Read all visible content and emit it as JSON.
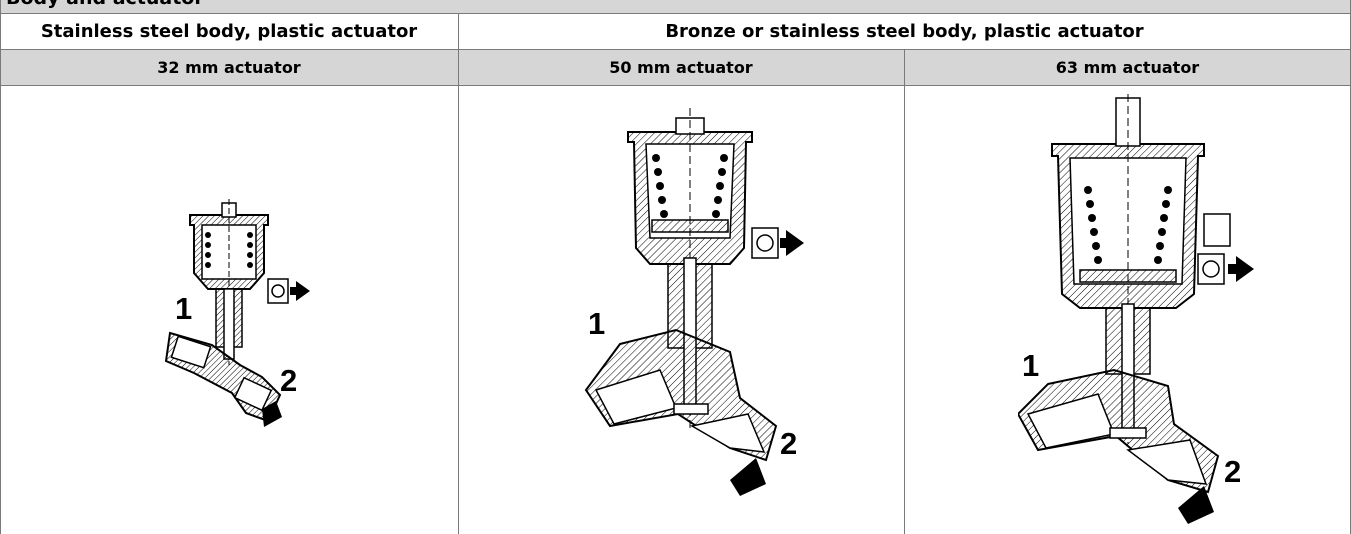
{
  "table": {
    "title": "Body and actuator",
    "groups": [
      {
        "label": "Stainless steel body, plastic actuator"
      },
      {
        "label": "Bronze or stainless steel body, plastic actuator"
      }
    ],
    "columns": [
      {
        "label": "32 mm actuator"
      },
      {
        "label": "50 mm actuator"
      },
      {
        "label": "63 mm actuator"
      }
    ],
    "figures": [
      {
        "icon": "angle-valve-32mm-sectional-drawing",
        "ports": [
          "1",
          "2"
        ]
      },
      {
        "icon": "angle-valve-50mm-sectional-drawing",
        "ports": [
          "1",
          "2"
        ]
      },
      {
        "icon": "angle-valve-63mm-sectional-drawing",
        "ports": [
          "1",
          "2"
        ]
      }
    ]
  }
}
